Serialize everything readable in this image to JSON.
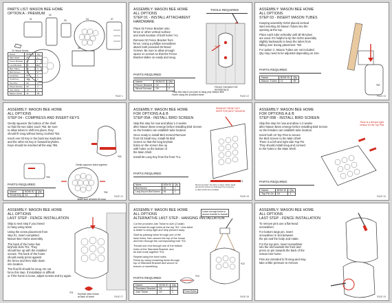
{
  "panels": [
    {
      "id": "p1",
      "title": [
        "PARTS LIST: MASON BEE HOME",
        "OPTION A - PREMIUM"
      ],
      "page": "PAGE 1",
      "callouts": {
        "c01": "01",
        "c02": "02",
        "c03": "03",
        "c04": "04",
        "c05": "05",
        "c06": "06",
        "c07": "07"
      },
      "screw_label": "2X Wood Screw",
      "table": {
        "headers": [
          "Name",
          "BOM ID",
          "Qty"
        ],
        "rows": [
          [
            "Main Shell",
            "01",
            "1"
          ],
          [
            "Fence Bracket",
            "02",
            "1"
          ],
          [
            "Lock Bracket",
            "03",
            "1"
          ],
          [
            "Bee Tubes",
            "04",
            "2"
          ],
          [
            "Bird Screen",
            "05",
            "1"
          ],
          [
            "Long Key",
            "06",
            "1"
          ],
          [
            "Small Key",
            "07",
            "2"
          ],
          [
            "Top Pins",
            "08",
            "2"
          ],
          [
            "Wood Screws",
            "09",
            "2"
          ],
          [
            "Jute Twine",
            "10",
            "1"
          ],
          [
            "Mason Tubes",
            "11",
            "95"
          ]
        ]
      }
    },
    {
      "id": "p2",
      "title": [
        "ASSEMBLY: MASON BEE HOME",
        "ALL OPTIONS",
        "STEP 01 - Install attachment",
        "hardware"
      ],
      "page": "PAGE 02",
      "text": [
        "Place 02 Fence Bracket onto",
        "fence or other vertical surface",
        "and mark location of both holes *A1.",
        "",
        "Remove 02 Fence Bracket from",
        "fence. Using a phillips screwdriver",
        "attach both provided 09 Wood",
        "Screws. Be sure to allow enough",
        "space on screws so that the Fence",
        "Bracket slides on easily and snug."
      ],
      "tools_label": "TOOLS REQUIRED",
      "parts_label": "PARTS REQUIRED",
      "table": {
        "headers": [
          "Name",
          "BOM ID",
          "Qty"
        ],
        "rows": [
          [
            "Fence Bracket",
            "02",
            "1"
          ],
          [
            "Wood Screws",
            "09",
            "2"
          ]
        ]
      },
      "note": [
        "*Skip this step if you plan to hang your Mason Bee",
        "Home using the provided twine."
      ],
      "fence_note": "FENCE SHOWN FOR REFERENCE",
      "marker": "*A1"
    },
    {
      "id": "p3",
      "title": [
        "ASSEMBLY: MASON BEE HOME",
        "ALL OPTIONS",
        "STEP 03 - Insert Mason Tubes"
      ],
      "page": "PAGE 03",
      "text": [
        "Keeping assembly 01/02 placed vertical",
        "start inserting 02 Mason Tubes into the",
        "opening at the top.",
        "",
        "Place each tube vertically until all 95 tubes",
        "are used. It's helpful to tip the 01/02 assembly",
        "slightly backwards to keep the tubes from",
        "falling over during placement. *B2",
        "",
        "For option C, Mason Tubes are not included.",
        "Qty may need to be adjusted depending on size."
      ],
      "parts_label": "PARTS REQUIRED",
      "table": {
        "headers": [
          "Name",
          "BOM ID",
          "Qty"
        ],
        "rows": [
          [
            "Mason Tubes",
            "11",
            "95"
          ]
        ]
      },
      "marker": "*B2"
    },
    {
      "id": "p4",
      "title": [
        "ASSEMBLY: MASON BEE HOME",
        "ALL OPTIONS",
        "STEP 04 - Compress and insert Keys"
      ],
      "page": "PAGE 04",
      "text": [
        "Gently squeeze the bottom of the shell",
        "so that the two sides touch *B3. Be sure",
        "to allow tubes to shift into place, they",
        "should fit snug without being crushed *B4.",
        "",
        "Insert one 03 Key in the back two keyholes",
        "and the other 03 Key in forward keyholes.",
        "Keys should be inserted all the way *B5."
      ],
      "squeeze_note": "Gently squeeze sides together",
      "tubes_note": "Make sure all tubes fit snug",
      "parts_label": "PARTS REQUIRED",
      "table": {
        "headers": [
          "Name",
          "BOM ID",
          "Qty"
        ],
        "rows": [
          [
            "Small Key",
            "03",
            "2"
          ]
        ]
      },
      "markers": [
        "*B3",
        "*B4",
        "*B5"
      ]
    },
    {
      "id": "p5",
      "title": [
        "ASSEMBLY: MASON BEE HOME",
        "FOR OPTIONS A & B",
        "STEP 05a - Install Bird Screen"
      ],
      "page": "PAGE 05",
      "text": [
        "Skip this step for now and allow 1-2 weeks",
        "after Mason Bees emerge before installing Bird Screen",
        "so the females can establish tube location.",
        "",
        "Once ready to install Bird Screed Remove",
        "front 03 Small Key. Install 05 Bird",
        "Screen so that the long keyhole",
        "holes on the screen line up",
        "with holes on the bottom of",
        "the Main Shell.",
        "",
        "Install 06 Long Key from the front *C1."
      ],
      "remove_note": [
        "REMOVE FRONT KEY",
        "KEEP FOR NEXT SEASON"
      ],
      "parts_label": "PARTS REQUIRED",
      "table": {
        "headers": [
          "Name",
          "BOM ID",
          "Qty"
        ],
        "rows": [
          [
            "Bird Screen",
            "05",
            "1"
          ],
          [
            "Long Key for Bird Screen",
            "06",
            "1"
          ]
        ]
      },
      "recommend": [
        "Recommended: Tie twine or place rubber band",
        "around the bottom to help keep the Long Key",
        "in place (both are provided)"
      ],
      "marker": "*C1"
    },
    {
      "id": "p6",
      "title": [
        "ASSEMBLY: MASON BEE HOME",
        "FOR OPTIONS A & B",
        "STEP 05b - Install bird screen"
      ],
      "page": "PAGE 06",
      "text": [
        "Skip this step for now and allow 1-2 weeks",
        "after Mason Bees emerge before installing Bird Screen",
        "so the females can establish tube location.",
        "",
        "Insert both 10 Top Pins to secure",
        "the Bird Screen to the Main Shell.",
        "There is a left and right side Top Pin.",
        "They should install snug and connect",
        "to the holes in the Main Shell."
      ],
      "pin_note": [
        "There is a left and right",
        "version for the Top Pins"
      ],
      "parts_label": "PARTS REQUIRED",
      "table": {
        "headers": [
          "Name",
          "BOM ID",
          "Qty"
        ],
        "rows": [
          [
            "Top Pin 2x",
            "10",
            "1"
          ]
        ]
      }
    },
    {
      "id": "p7",
      "title": [
        "ASSEMBLY: MASON BEE HOME",
        "ALL OPTIONS",
        "Last Step - Fence Installation"
      ],
      "page": "PAGE 07",
      "text": [
        "Skip to next step if you intend",
        "to hang using twine.",
        "",
        "Using the screw placement from",
        "step 01, insert completed",
        "Mason Bee Home assembly.",
        "",
        "The back of the home has",
        "keyhole slots *D1. They",
        "should line up with the installed",
        "screws. The back of the home",
        "should easily press against",
        "the fence and then slide down",
        "into location.",
        "",
        "The final fit should be snug. Do not",
        "force this step. If installation is difficult",
        "or if the home is loose, adjust screws and try again."
      ],
      "keyhole_note": [
        "Keyhole slots shown",
        "at back of home"
      ],
      "marker": "*D1"
    },
    {
      "id": "p8",
      "title": [
        "ASSEMBLY: MASON BEE HOME",
        "ALL OPTIONS",
        "Alternative Last Step - Hanging Installation"
      ],
      "page": "PAGE 08",
      "text": [
        "Cut the provided Jute Twine to size (2 ladle)",
        "and thread through holes at the top *D2. Less twine",
        "is better to keep tight and help prevent sway.",
        "",
        "Start by passing twine through one of the",
        "back holes, then around the top of the house",
        "and then through the corresponding hole *D2.",
        "",
        "Thread one end through one of the bottom",
        "holes of the Standard Bracket, and",
        "tie both ends together *D3.",
        "",
        "Repeat using the front holes.",
        "Finish by using remaining twine through",
        "top of Standard Bracket and secure to",
        "branch or something."
      ],
      "loop_note": [
        "Leave enough twine to",
        "secure bracket to branch"
      ],
      "parts_label": "PARTS REQUIRED",
      "table": {
        "headers": [
          "Name",
          "BOM ID",
          "Qty"
        ],
        "rows": [
          [
            "Standard Bracket",
            "04",
            "1"
          ],
          [
            "Jute Twine",
            "10",
            "1"
          ]
        ]
      },
      "front_holes": "Front Holes",
      "markers": [
        "*D2",
        "*D3"
      ]
    },
    {
      "id": "p9",
      "title": [
        "ASSEMBLY: MASON BEE HOME",
        "ALL OPTIONS",
        "Last Step - Fence Installation"
      ],
      "page": "PAGE 09",
      "text": [
        "To remove pins use a flat-head",
        "screwdriver.",
        "",
        "For bottom large pin, insert",
        "screwdriver in slot between",
        "the pin and the body and rotate.",
        "",
        "For the top pins, insert screwdriver",
        "into the slot towards the front and",
        "press on pin towards the back of the",
        "mason bee home.",
        "",
        "Pins are intended to fit snug and may",
        "take a little pressure to remove."
      ]
    }
  ],
  "colors": {
    "accent_red": "#d42a1e",
    "line": "#333333",
    "body": "#cccccc"
  }
}
